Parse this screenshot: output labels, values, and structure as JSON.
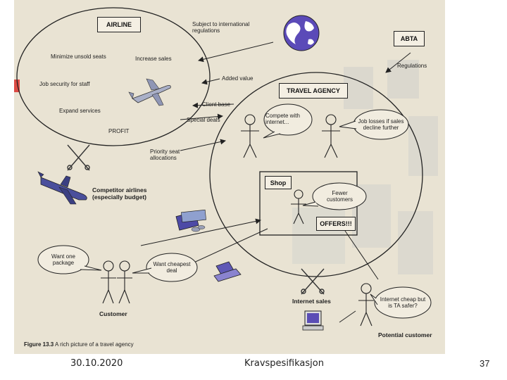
{
  "figure": {
    "boxes": {
      "airline": "AIRLINE",
      "abta": "ABTA",
      "travel_agency": "TRAVEL AGENCY",
      "shop": "Shop",
      "offers": "OFFERS!!!"
    },
    "airline_items": {
      "minimize_unsold": "Minimize unsold seats",
      "increase_sales": "Increase sales",
      "job_security": "Job security for staff",
      "expand_services": "Expand services",
      "profit": "PROFIT"
    },
    "flows": {
      "subject_international": "Subject to international regulations",
      "regulations": "Regulations",
      "added_value": "Added value",
      "client_base": "Client base",
      "special_deals": "Special deals",
      "priority_seat": "Priority seat allocations"
    },
    "bubbles": {
      "compete_internet": "Compete with internet...",
      "job_losses": "Job losses if sales decline further",
      "fewer_customers": "Fewer customers",
      "want_one_package": "Want one package",
      "want_cheapest_deal": "Want cheapest deal",
      "internet_cheap": "Internet cheap but is TA safer?"
    },
    "actors": {
      "competitor_airlines": "Competitor airlines (especially budget)",
      "customer": "Customer",
      "internet_sales": "Internet sales",
      "potential_customer": "Potential customer"
    },
    "caption_number": "Figure 13.3",
    "caption_text": "A rich picture of a travel agency"
  },
  "footer": {
    "date": "30.10.2020",
    "title": "Kravspesifikasjon",
    "page": "37"
  },
  "colors": {
    "page_background": "#e9e3d3",
    "ink": "#222222",
    "globe": "#5b4ab8",
    "accent_red": "#d9302a",
    "plane_blue": "#4a4f9c"
  },
  "icons": [
    "globe-icon",
    "airplane-icon",
    "crossed-swords-icon",
    "computer-icon",
    "laptop-icon",
    "money-icon",
    "stick-figure-icon"
  ]
}
